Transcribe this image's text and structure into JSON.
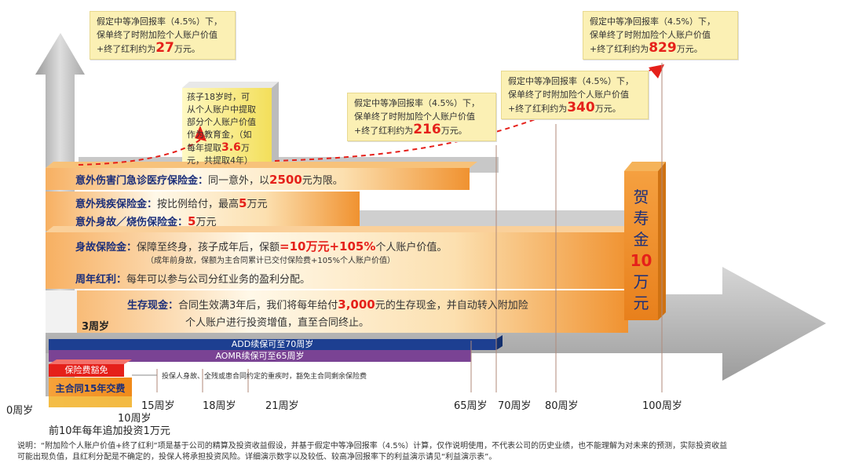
{
  "notes": {
    "note27": {
      "line1": "假定中等净回报率（4.5%）下，",
      "line2": "保单终了时附加险个人账户价值",
      "line3_pre": "+终了红利约为",
      "value": "27",
      "line3_post": "万元。"
    },
    "note829": {
      "line1": "假定中等净回报率（4.5%）下，",
      "line2": "保单终了时附加险个人账户价值",
      "line3_pre": "+终了红利约为",
      "value": "829",
      "line3_post": "万元。"
    },
    "note216": {
      "line1": "假定中等净回报率（4.5%）下，",
      "line2": "保单终了时附加险个人账户价值",
      "line3_pre": "+终了红利约为",
      "value": "216",
      "line3_post": "万元。"
    },
    "note340": {
      "line1": "假定中等净回报率（4.5%）下，",
      "line2": "保单终了时附加险个人账户价值",
      "line3_pre": "+终了红利约为",
      "value": "340",
      "line3_post": "万元。"
    },
    "edu": {
      "l1": "孩子18岁时，可",
      "l2": "从个人账户中提取",
      "l3": "部分个人账户价值",
      "l4": "作为教育金，（如",
      "l5_pre": "每年提取",
      "value": "3.6",
      "l5_post": "万",
      "l6": "元，共提取4年）"
    }
  },
  "bands": {
    "accident_medical": {
      "title": "意外伤害门急诊医疗保险金：",
      "text_pre": "同一意外，以",
      "value": "2500",
      "text_post": "元为限。"
    },
    "disability": {
      "title": "意外残疾保险金：",
      "text_pre": "按比例给付，最高",
      "value": "5",
      "text_post": "万元"
    },
    "accident_death": {
      "title": "意外身故／烧伤保险金：",
      "value": "5",
      "text_post": "万元"
    },
    "death": {
      "title": "身故保险金：",
      "text_pre": "保障至终身，孩子成年后，保额",
      "value": "=10万元+105%",
      "text_post": "个人账户价值。",
      "sub": "（成年前身故，保额为主合同累计已交付保险费+105%个人账户价值）"
    },
    "dividend": {
      "title": "周年红利：",
      "text": "每年可以参与公司分红业务的盈利分配。"
    },
    "survival": {
      "title": "生存现金：",
      "text_pre": "合同生效满3年后，我们将每年给付",
      "value": "3,000",
      "text_post": "元的生存现金，并自动转入附加险",
      "line2": "个人账户进行投资增值，直至合同终止。"
    },
    "start3": "3周岁"
  },
  "longevity": {
    "c1": "贺",
    "c2": "寿",
    "c3": "金",
    "c4": "10",
    "c5": "万",
    "c6": "元"
  },
  "bars": {
    "add": "ADD续保可至70周岁",
    "aomr": "AOMR续保可至65周岁",
    "waiver": "保险费豁免",
    "waiver_note": "投保人身故、全残或患合同约定的重疾时，豁免主合同剩余保险费",
    "main_pay": "主合同15年交费"
  },
  "ticks": {
    "t0": "0周岁",
    "t10": "10周岁",
    "t15": "15周岁",
    "t18": "18周岁",
    "t21": "21周岁",
    "t65": "65周岁",
    "t70": "70周岁",
    "t80": "80周岁",
    "t100": "100周岁",
    "invest": "前10年每年追加投资1万元"
  },
  "footer": {
    "line1": "说明：“附加险个人账户价值+终了红利”项是基于公司的精算及投资收益假设，并基于假定中等净回报率（4.5%）计算，仅作说明使用，不代表公司的历史业绩，也不能理解为对未来的预测，实际投资收益",
    "line2": "可能出现负值，且红利分配是不确定的，投保人将承担投资风险。详细演示数字以及较低、较高净回报率下的利益演示请见“利益演示表”。"
  },
  "colors": {
    "orange": "#f0902a",
    "red": "#e5201a",
    "navy": "#1c2f7a",
    "note_bg": "#fbf0b4",
    "grey": "#b9b9b9"
  }
}
